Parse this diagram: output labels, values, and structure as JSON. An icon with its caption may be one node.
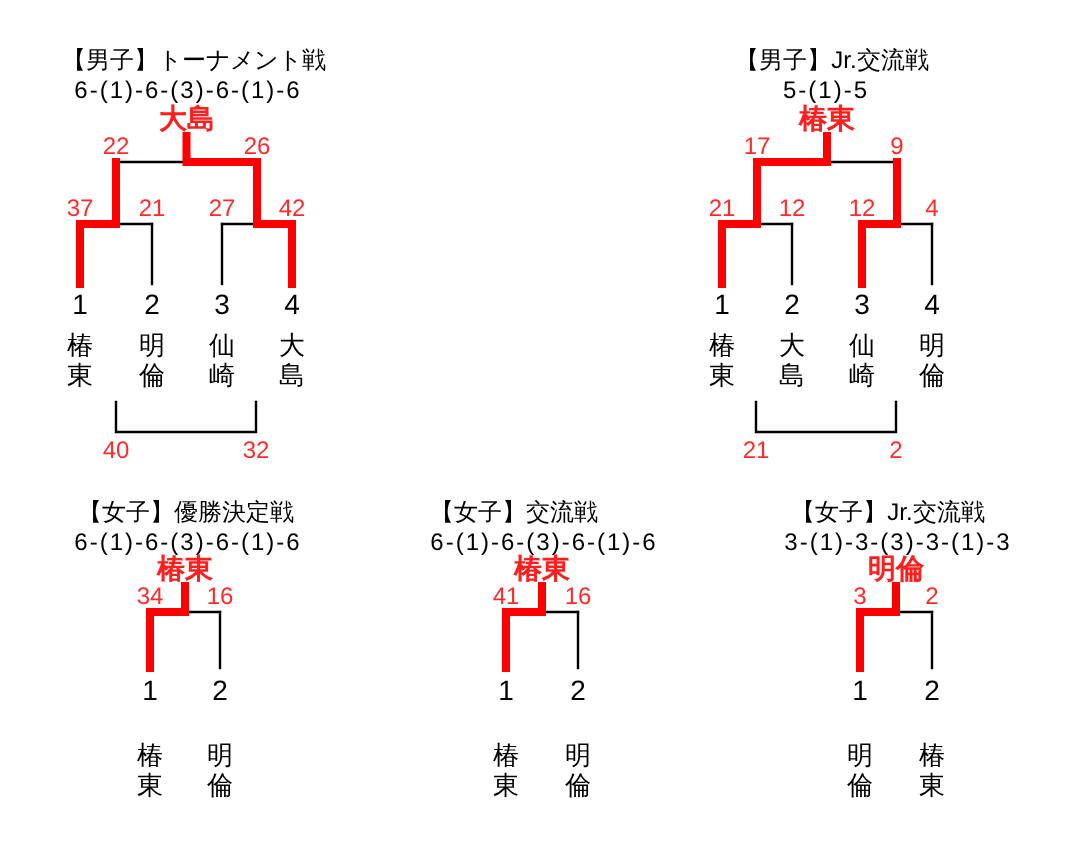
{
  "diagram": {
    "labels": [
      "【男子】トーナメント戦",
      "6-(1)-6-(3)-6-(1)-6",
      "大島",
      "22",
      "26",
      "37",
      "21",
      "27",
      "42",
      "1",
      "2",
      "3",
      "4",
      "椿東",
      "明倫",
      "仙崎",
      "大島",
      "40",
      "32",
      "【男子】Jr.交流戦",
      "5-(1)-5",
      "椿東",
      "17",
      "9",
      "21",
      "12",
      "12",
      "4",
      "1",
      "2",
      "3",
      "4",
      "椿東",
      "大島",
      "仙崎",
      "明倫",
      "21",
      "2",
      "【女子】優勝決定戦",
      "6-(1)-6-(3)-6-(1)-6",
      "椿東",
      "34",
      "16",
      "1",
      "2",
      "椿東",
      "明倫",
      "【女子】交流戦",
      "6-(1)-6-(3)-6-(1)-6",
      "椿東",
      "41",
      "16",
      "1",
      "2",
      "椿東",
      "明倫",
      "【女子】Jr.交流戦",
      "3-(1)-3-(3)-3-(1)-3",
      "明倫",
      "3",
      "2",
      "1",
      "2",
      "明倫",
      "椿東"
    ]
  }
}
